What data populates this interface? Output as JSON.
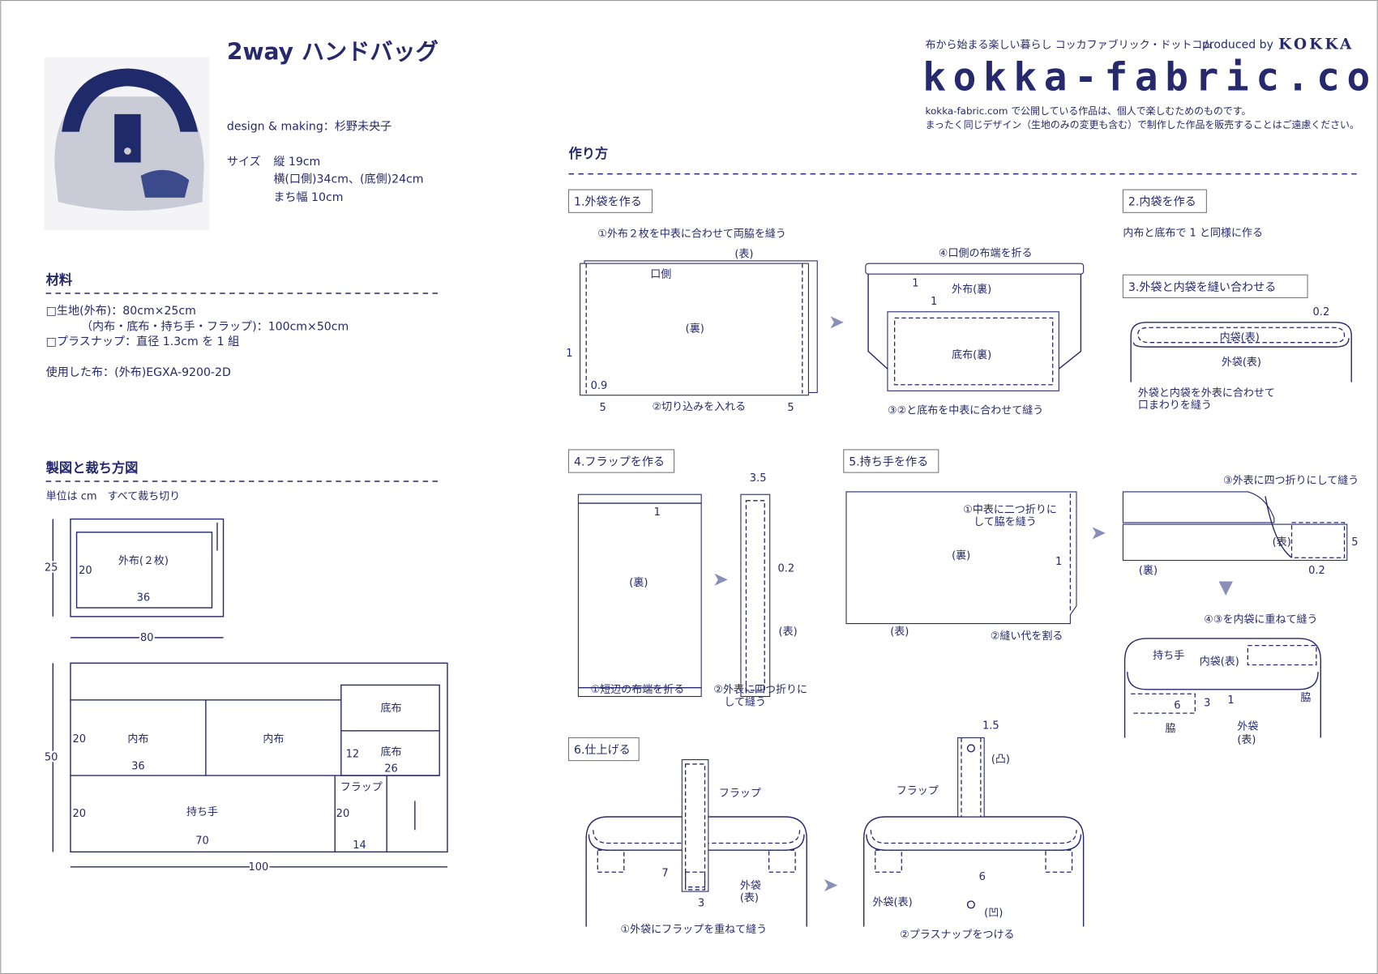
{
  "header": {
    "title": "2way ハンドバッグ",
    "design": "design & making：杉野未央子",
    "size_label": "サイズ",
    "size_lines": [
      "縦 19cm",
      "横(口側)34cm、(底側)24cm",
      "まち幅 10cm"
    ]
  },
  "brand": {
    "tagline": "布から始まる楽しい暮らし コッカファブリック・ドットコム",
    "produced": "produced by",
    "maker": "KOKKA",
    "logo": "kokka-fabric.com",
    "notice": [
      "kokka-fabric.com で公開している作品は、個人で楽しむためのものです。",
      "まったく同じデザイン（生地のみの変更も含む）で制作した作品を販売することはご遠慮ください。"
    ]
  },
  "materials": {
    "heading": "材料",
    "lines": [
      "□生地(外布)：80cm×25cm",
      "（内布・底布・持ち手・フラップ)：100cm×50cm",
      "□プラスナップ：直径 1.3cm を 1 組"
    ],
    "used": "使用した布：(外布)EGXA-9200-2D"
  },
  "cutting": {
    "heading": "製図と裁ち方図",
    "unit": "単位は cm　すべて裁ち切り",
    "d1": {
      "label": "外布(２枚)",
      "h": "20",
      "w": "36",
      "height": "25",
      "width": "80"
    },
    "d2": {
      "inner1": "内布",
      "inner2": "内布",
      "bottom1": "底布",
      "bottom2": "底布",
      "handle": "持ち手",
      "flap": "フラップ",
      "n20a": "20",
      "n36": "36",
      "n12": "12",
      "n26": "26",
      "n20b": "20",
      "n70": "70",
      "n20c": "20",
      "n14": "14",
      "height": "50",
      "width": "100"
    }
  },
  "howto": {
    "heading": "作り方",
    "s1": {
      "title": "1.外袋を作る",
      "a": "①外布２枚を中表に合わせて両脇を縫う",
      "omote": "(表)",
      "kuchi": "口側",
      "ura": "(裏)",
      "n1": "1",
      "n09": "0.9",
      "n5a": "5",
      "cut": "②切り込みを入れる",
      "n5b": "5",
      "fold": "④口側の布端を折る",
      "n1b": "1",
      "outer": "外布(裏)",
      "n1c": "1",
      "bottom": "底布(裏)",
      "sew": "③②と底布を中表に合わせて縫う"
    },
    "s2": {
      "title": "2.内袋を作る",
      "text": "内布と底布で 1 と同様に作る"
    },
    "s3": {
      "title": "3.外袋と内袋を縫い合わせる",
      "n02": "0.2",
      "inner": "内袋(表)",
      "outer": "外袋(表)",
      "t1": "外袋と内袋を外表に合わせて",
      "t2": "口まわりを縫う"
    },
    "s4": {
      "title": "4.フラップを作る",
      "n1": "1",
      "ura": "(裏)",
      "a": "①短辺の布端を折る",
      "n35": "3.5",
      "n02": "0.2",
      "omote": "(表)",
      "b1": "②外表に四つ折りに",
      "b2": "して縫う"
    },
    "s5": {
      "title": "5.持ち手を作る",
      "a1": "①中表に二つ折りに",
      "a2": "して脇を縫う",
      "ura": "(裏)",
      "n1": "1",
      "omote": "(表)",
      "b": "②縫い代を割る",
      "c": "③外表に四つ折りにして縫う",
      "omote2": "(表)",
      "n5": "5",
      "n02": "0.2",
      "ura2": "(裏)",
      "d": "④③を内袋に重ねて縫う",
      "handle": "持ち手",
      "inner": "内袋(表)",
      "n1b": "1",
      "side": "脇",
      "n6": "6",
      "n3": "3",
      "side2": "脇",
      "outer": "外袋",
      "omote3": "(表)"
    },
    "s6": {
      "title": "6.仕上げる",
      "flap": "フラップ",
      "n7": "7",
      "n3": "3",
      "outer": "外袋",
      "omote": "(表)",
      "a": "①外袋にフラップを重ねて縫う",
      "n15": "1.5",
      "convex": "(凸)",
      "flap2": "フラップ",
      "n6": "6",
      "outer2": "外袋(表)",
      "concave": "(凹)",
      "b": "②プラスナップをつける"
    }
  },
  "colors": {
    "ink": "#262a6c",
    "arrow": "#8a8fb8"
  }
}
